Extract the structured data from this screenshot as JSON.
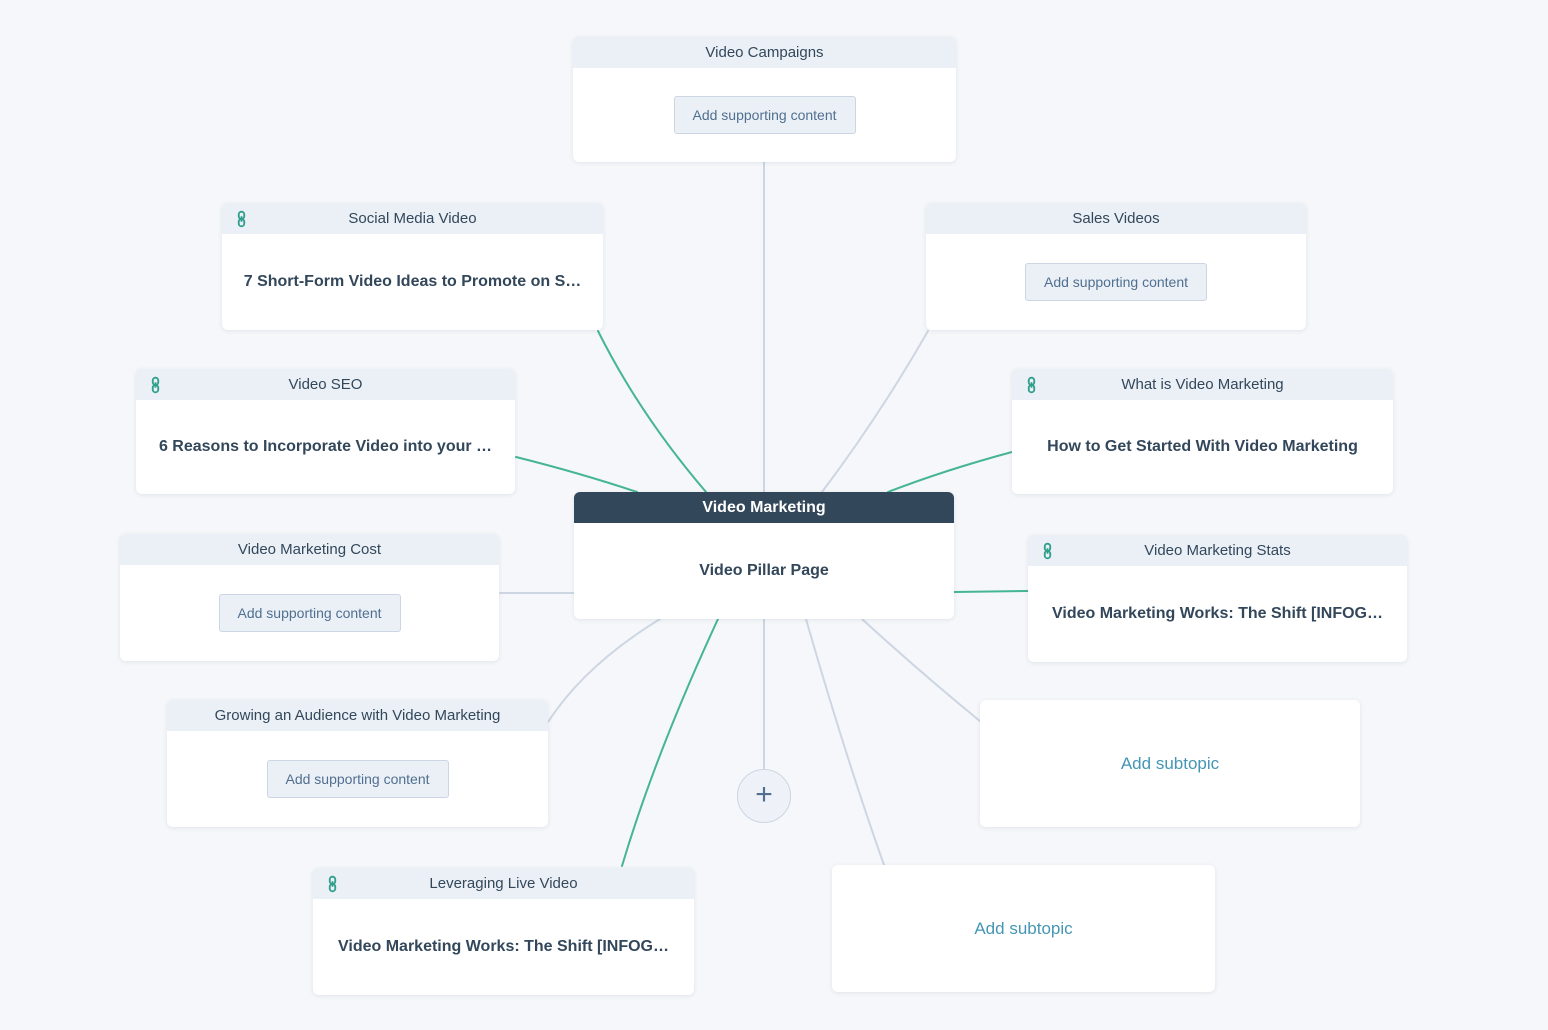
{
  "colors": {
    "background": "#f5f7fa",
    "card_header_bg": "#eaf0f6",
    "dark_slate": "#33475b",
    "green_line": "#45b593",
    "gray_line": "#cdd6e2",
    "link_blue": "#4596b5",
    "icon_teal": "#2f9f8b",
    "button_text": "#516f90"
  },
  "center": {
    "title": "Video Marketing",
    "subtitle": "Video Pillar Page"
  },
  "labels": {
    "add_supporting_content": "Add supporting content",
    "add_subtopic": "Add subtopic",
    "plus": "+"
  },
  "icons": {
    "link_icon": "chain-link"
  },
  "topics": {
    "video_campaigns": {
      "title": "Video Campaigns",
      "linked": false
    },
    "social_media_video": {
      "title": "Social Media Video",
      "linked": true,
      "content": "7 Short-Form Video Ideas to Promote on S…"
    },
    "sales_videos": {
      "title": "Sales Videos",
      "linked": false
    },
    "video_seo": {
      "title": "Video SEO",
      "linked": true,
      "content": "6 Reasons to Incorporate Video into your …"
    },
    "what_is_video_marketing": {
      "title": "What is Video Marketing",
      "linked": true,
      "content": "How to Get Started With Video Marketing"
    },
    "video_marketing_cost": {
      "title": "Video Marketing Cost",
      "linked": false
    },
    "video_marketing_stats": {
      "title": "Video Marketing Stats",
      "linked": true,
      "content": "Video Marketing Works: The Shift [INFOG…"
    },
    "growing_an_audience": {
      "title": "Growing an Audience with Video Marketing",
      "linked": false
    },
    "leveraging_live_video": {
      "title": "Leveraging Live Video",
      "linked": true,
      "content": "Video Marketing Works: The Shift [INFOG…"
    }
  }
}
